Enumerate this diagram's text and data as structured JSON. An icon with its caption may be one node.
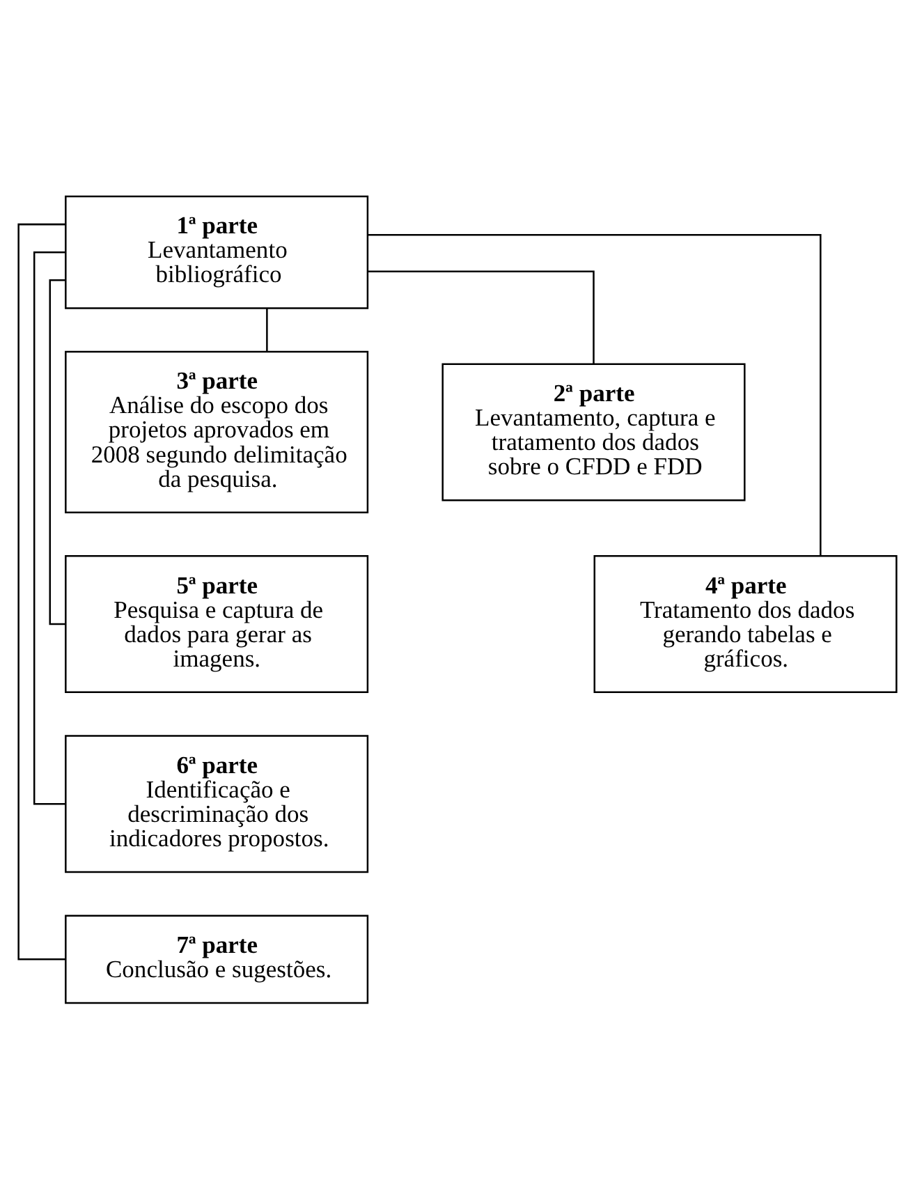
{
  "diagram": {
    "nodes": [
      {
        "text": [
          "1ª parte",
          "Levantamento bibliográfico"
        ]
      },
      {
        "text": [
          "3ª parte",
          "Análise do escopo dos projetos aprovados em 2008 segundo delimitação da pesquisa."
        ]
      },
      {
        "text": [
          "2ª parte",
          "Levantamento, captura e tratamento dos dados sobre o CFDD e FDD"
        ]
      },
      {
        "text": [
          "5ª parte",
          "Pesquisa e captura de dados para gerar as imagens."
        ]
      },
      {
        "text": [
          "4ª parte",
          "Tratamento dos dados gerando tabelas e gráficos."
        ]
      },
      {
        "text": [
          "6ª parte",
          "Identificação e descriminação dos indicadores propostos."
        ]
      },
      {
        "text": [
          "7ª parte",
          "Conclusão e sugestões."
        ]
      }
    ],
    "edges": [
      {
        "from": 0,
        "to": 1,
        "arrow": "none"
      },
      {
        "from": 0,
        "to": 2,
        "arrow": "none"
      },
      {
        "from": 0,
        "to": 3,
        "arrow": "none"
      },
      {
        "from": 0,
        "to": 4,
        "arrow": "none"
      },
      {
        "from": 0,
        "to": 5,
        "arrow": "none"
      },
      {
        "from": 0,
        "to": 6,
        "arrow": "none"
      }
    ]
  }
}
